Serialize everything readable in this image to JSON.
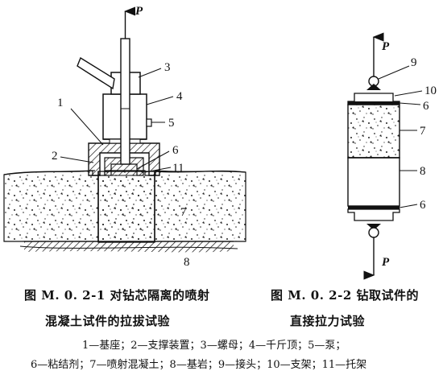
{
  "figure1": {
    "caption_line1": "图 M. 0. 2-1   对钻芯隔离的喷射",
    "caption_line2": "混凝土试件的拉拔试验",
    "force_label": "P",
    "callouts": [
      "1",
      "2",
      "3",
      "4",
      "5",
      "6",
      "7",
      "8",
      "11"
    ]
  },
  "figure2": {
    "caption_line1": "图 M. 0. 2-2   钻取试件的",
    "caption_line2": "直接拉力试验",
    "force_top_label": "P",
    "force_bottom_label": "P",
    "callouts": [
      "9",
      "10",
      "6",
      "7",
      "8",
      "6"
    ]
  },
  "legend": {
    "line1": "1—基座；2—支撑装置；3—螺母；4—千斤顶；5—泵；",
    "line2": "6—粘结剂；7—喷射混凝土；8—基岩；9—接头；10—支架；11—托架"
  }
}
